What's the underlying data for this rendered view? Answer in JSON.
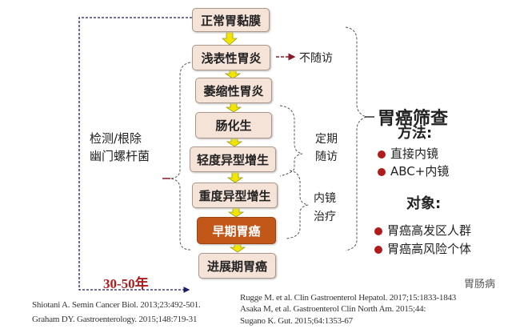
{
  "stages": [
    "正常胃黏膜",
    "浅表性胃炎",
    "萎缩性胃炎",
    "肠化生",
    "轻度异型增生",
    "重度异型增生",
    "早期胃癌",
    "进展期胃癌"
  ],
  "no_followup": "不随访",
  "regular_followup": [
    "定期",
    "随访"
  ],
  "endoscopic_treatment": [
    "内镜",
    "治疗"
  ],
  "hp_label": [
    "检测/根除",
    "幽门螺杆菌"
  ],
  "years": "30-50年",
  "screening_title": "胃癌筛查",
  "methods_title": "方法:",
  "methods": [
    "直接内镜",
    "ABC+内镜"
  ],
  "targets_title": "对象:",
  "targets": [
    "胃癌高发区人群",
    "胃癌高风险个体"
  ],
  "refs_left": [
    "Shiotani A. Semin Cancer Biol. 2013;23:492-501.",
    "Graham DY. Gastroenterology. 2015;148:719-31"
  ],
  "refs_right": [
    "Rugge M. et al. Clin Gastroenterol Hepatol. 2017;15:1833-1843",
    "Asaka M, et al. Gastroenterol Clin North Am. 2015;44:",
    "Sugano K. Gut. 2015;64:1353-67"
  ],
  "watermark": "胃肠病",
  "colors": {
    "box": "#f6e3d8",
    "highlight": "#c2571a",
    "arrow": "#f2e600",
    "accent": "#b01c1c"
  }
}
